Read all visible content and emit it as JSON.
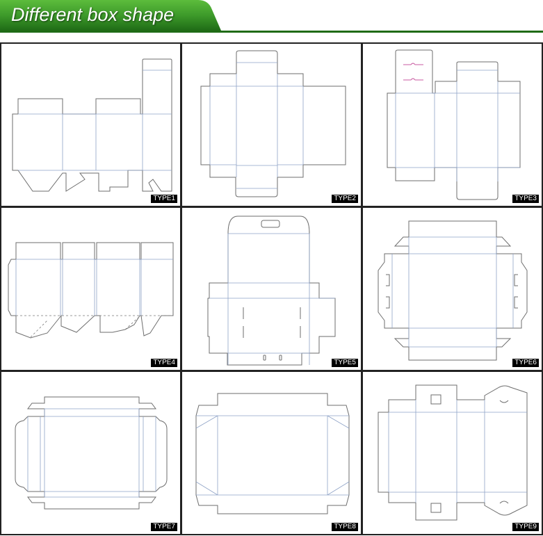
{
  "header": {
    "title": "Different box shape"
  },
  "colors": {
    "accent": "#3d9a2a",
    "accent_dark": "#1f6b16",
    "border": "#222222",
    "fold_line": "#8fa3c7"
  },
  "panels": [
    {
      "label": "TYPE1"
    },
    {
      "label": "TYPE2"
    },
    {
      "label": "TYPE3"
    },
    {
      "label": "TYPE4"
    },
    {
      "label": "TYPE5"
    },
    {
      "label": "TYPE6"
    },
    {
      "label": "TYPE7"
    },
    {
      "label": "TYPE8"
    },
    {
      "label": "TYPE9"
    }
  ]
}
